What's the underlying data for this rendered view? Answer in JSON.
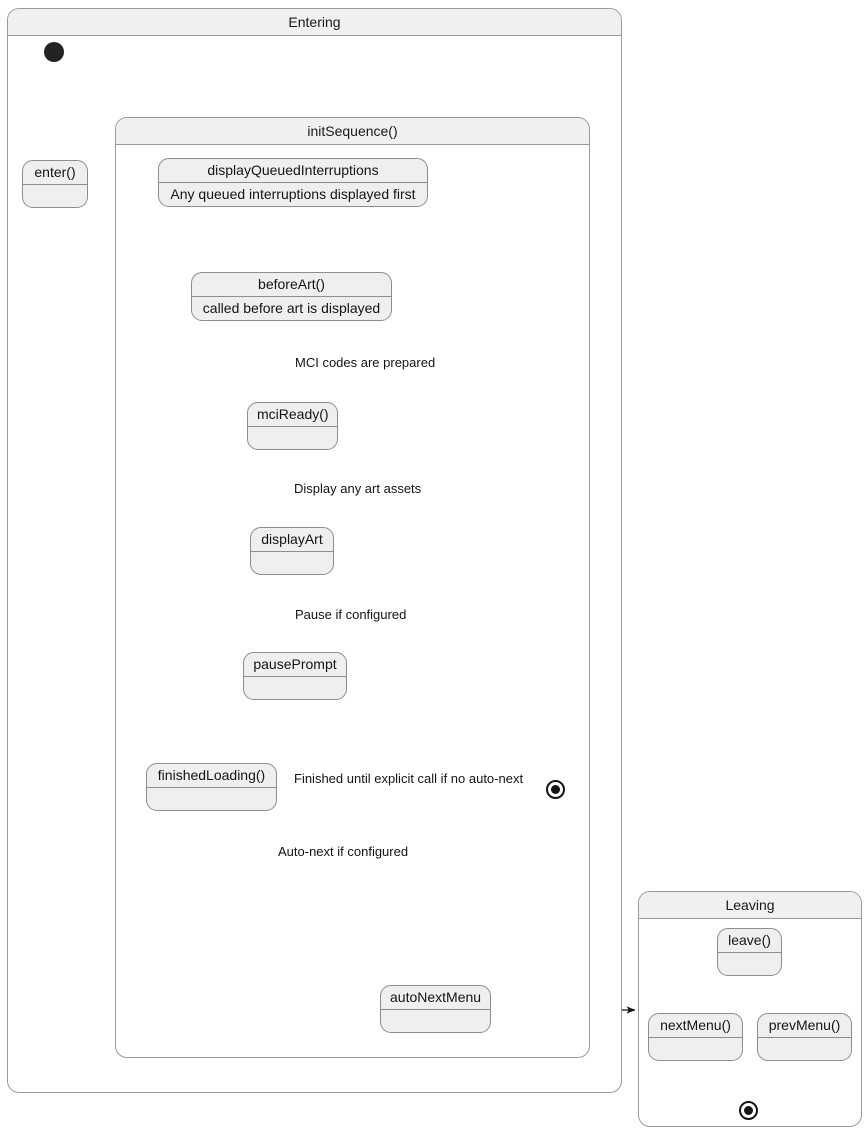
{
  "diagram": {
    "type": "uml-state-machine",
    "title": "Entering",
    "background_color": "#ffffff",
    "node_fill": "#efefef",
    "region_header_fill": "#f0f0f0",
    "border_color": "#8d8d8d"
  },
  "regions": [
    {
      "id": "entering",
      "label": "Entering"
    },
    {
      "id": "initsequence",
      "label": "initSequence()"
    },
    {
      "id": "leaving",
      "label": "Leaving"
    }
  ],
  "states": {
    "enter": {
      "title": "enter()",
      "body": ""
    },
    "display_queued_interruptions": {
      "title": "displayQueuedInterruptions",
      "body": "Any queued interruptions displayed first"
    },
    "before_art": {
      "title": "beforeArt()",
      "body": "called before art is displayed"
    },
    "mci_ready": {
      "title": "mciReady()",
      "body": ""
    },
    "display_art": {
      "title": "displayArt",
      "body": ""
    },
    "pause_prompt": {
      "title": "pausePrompt",
      "body": ""
    },
    "finished_loading": {
      "title": "finishedLoading()",
      "body": ""
    },
    "auto_next_menu": {
      "title": "autoNextMenu",
      "body": ""
    },
    "leave": {
      "title": "leave()",
      "body": ""
    },
    "next_menu": {
      "title": "nextMenu()",
      "body": ""
    },
    "prev_menu": {
      "title": "prevMenu()",
      "body": ""
    }
  },
  "transitions": [
    {
      "id": "t_init_enter",
      "from": "initial",
      "to": "enter",
      "label": ""
    },
    {
      "id": "t_enter_seq",
      "from": "enter",
      "to": "initSequence()",
      "label": ""
    },
    {
      "id": "t_dqi_beforeart",
      "from": "displayQueuedInterruptions",
      "to": "beforeArt()",
      "label": ""
    },
    {
      "id": "t_beforeart_mci",
      "from": "beforeArt()",
      "to": "mciReady()",
      "label": "MCI codes are prepared"
    },
    {
      "id": "t_mci_art",
      "from": "mciReady()",
      "to": "displayArt",
      "label": "Display any art assets"
    },
    {
      "id": "t_art_pause",
      "from": "displayArt",
      "to": "pausePrompt",
      "label": "Pause if configured"
    },
    {
      "id": "t_art_finished",
      "from": "displayArt",
      "to": "finishedLoading()",
      "label": ""
    },
    {
      "id": "t_pause_finished",
      "from": "pausePrompt",
      "to": "finishedLoading()",
      "label": ""
    },
    {
      "id": "t_finished_final",
      "from": "finishedLoading()",
      "to": "final",
      "label": "Finished until explicit call if no auto-next"
    },
    {
      "id": "t_finished_autonext",
      "from": "finishedLoading()",
      "to": "autoNextMenu",
      "label": "Auto-next if configured"
    },
    {
      "id": "t_autonext_leaving",
      "from": "autoNextMenu",
      "to": "Leaving",
      "label": ""
    },
    {
      "id": "t_leave_next",
      "from": "leave()",
      "to": "nextMenu()",
      "label": ""
    },
    {
      "id": "t_leave_prev",
      "from": "leave()",
      "to": "prevMenu()",
      "label": ""
    },
    {
      "id": "t_next_final",
      "from": "nextMenu()",
      "to": "final",
      "label": ""
    },
    {
      "id": "t_prev_final",
      "from": "prevMenu()",
      "to": "final",
      "label": ""
    }
  ],
  "edge_labels": {
    "mci_codes": "MCI codes are prepared",
    "display_art_assets": "Display any art assets",
    "pause_if_configured": "Pause if configured",
    "finished_until_explicit": "Finished until explicit call if no auto-next",
    "auto_next_if_configured": "Auto-next if configured"
  }
}
